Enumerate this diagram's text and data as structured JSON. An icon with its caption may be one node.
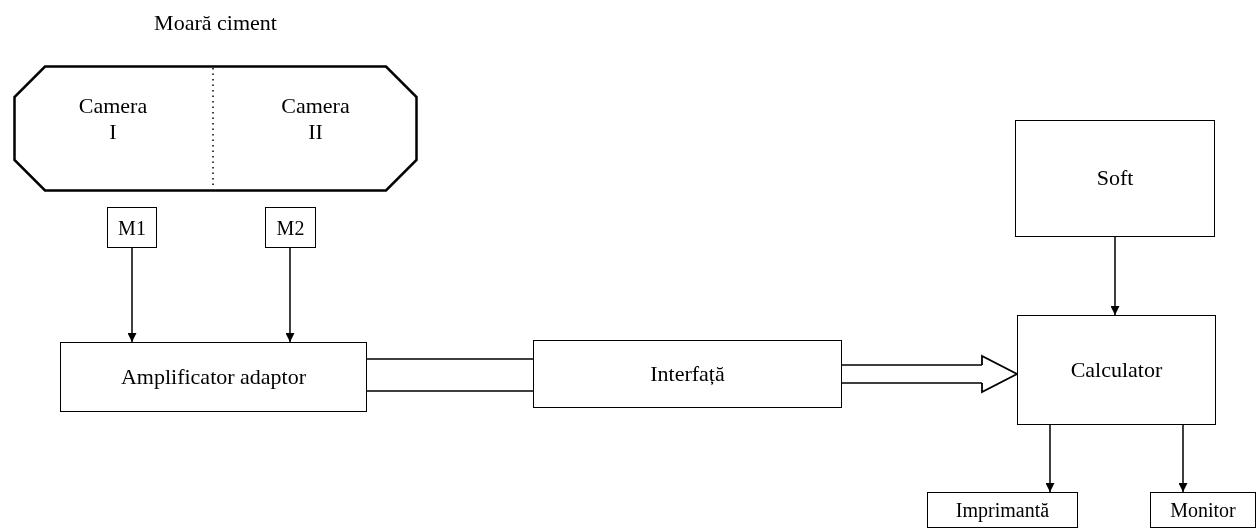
{
  "diagram": {
    "nodes": [
      {
        "text": [
          "Moară ciment",
          "Camera I",
          "Camera II"
        ]
      },
      {
        "text": [
          "M1"
        ]
      },
      {
        "text": [
          "M2"
        ]
      },
      {
        "text": [
          "Amplificator adaptor"
        ]
      },
      {
        "text": [
          "Interfață"
        ]
      },
      {
        "text": [
          "Soft"
        ]
      },
      {
        "text": [
          "Calculator"
        ]
      },
      {
        "text": [
          "Imprimantă"
        ]
      },
      {
        "text": [
          "Monitor"
        ]
      }
    ],
    "edges": [
      {
        "from": 1,
        "to": 3,
        "arrow": "to"
      },
      {
        "from": 2,
        "to": 3,
        "arrow": "to"
      },
      {
        "from": 3,
        "to": 4,
        "arrow": "none"
      },
      {
        "from": 4,
        "to": 6,
        "arrow": "to"
      },
      {
        "from": 5,
        "to": 6,
        "arrow": "to"
      },
      {
        "from": 6,
        "to": 7,
        "arrow": "to"
      },
      {
        "from": 6,
        "to": 8,
        "arrow": "to"
      }
    ]
  }
}
